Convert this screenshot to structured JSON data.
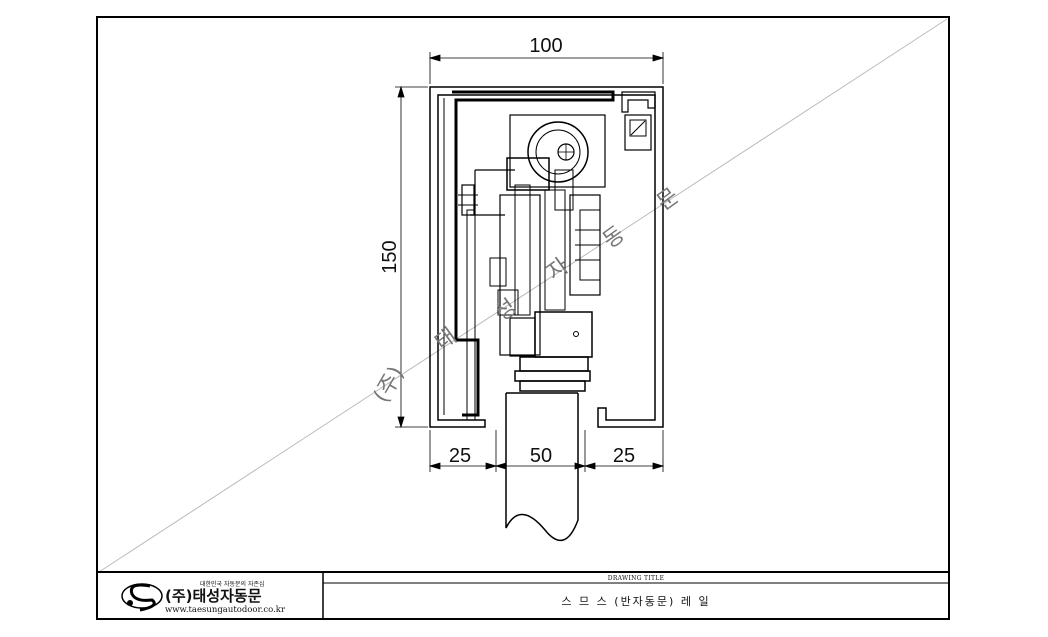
{
  "dimensions": {
    "top_width": "100",
    "left_height": "150",
    "bottom_left": "25",
    "bottom_center": "50",
    "bottom_right": "25"
  },
  "watermark": {
    "chars": [
      "(주)",
      "태",
      "성",
      "자",
      "동",
      "문"
    ]
  },
  "title_block": {
    "company_tagline": "대한민국 자동문의 자존심",
    "company_name": "(주)태성자동문",
    "website": "www.taesungautodoor.co.kr",
    "drawing_title_label": "DRAWING TITLE",
    "drawing_title": "스 므 스 (반자동문) 레 일"
  }
}
